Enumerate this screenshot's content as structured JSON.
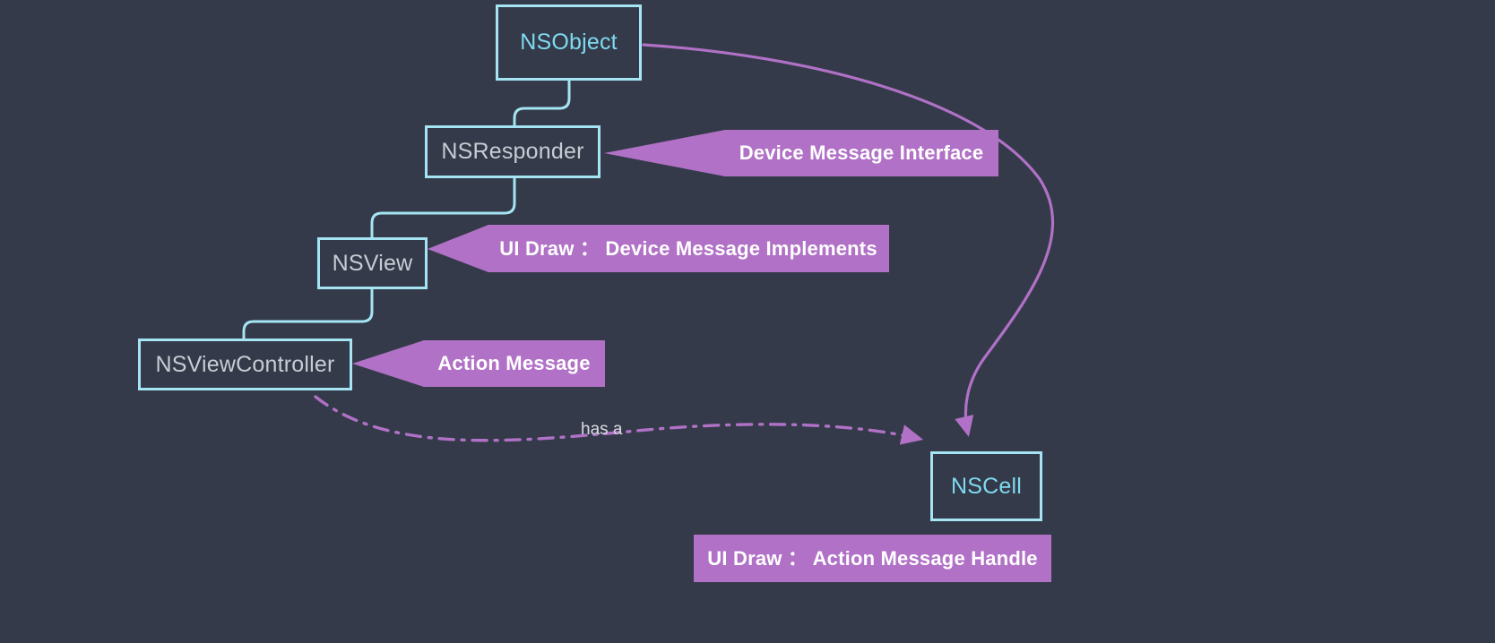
{
  "diagram": {
    "type": "class-hierarchy",
    "background_color": "#343a49",
    "node_border_color": "#a5e4f2",
    "note_fill_color": "#b071c6",
    "note_text_color": "#ffffff",
    "edge_color": "#b071c6",
    "inheritance_edge_color": "#a5e4f2",
    "nodes": [
      {
        "id": "nsobject",
        "label": "NSObject",
        "text_color": "#7fdaf0"
      },
      {
        "id": "nsresponder",
        "label": "NSResponder",
        "text_color": "#c8ccd4"
      },
      {
        "id": "nsview",
        "label": "NSView",
        "text_color": "#c8ccd4"
      },
      {
        "id": "nsviewcontroller",
        "label": "NSViewController",
        "text_color": "#c8ccd4"
      },
      {
        "id": "nscell",
        "label": "NSCell",
        "text_color": "#7fdaf0"
      }
    ],
    "notes": [
      {
        "id": "note-device-message-interface",
        "label": "Device Message Interface",
        "attached_to": "nsresponder"
      },
      {
        "id": "note-ui-draw-device-implements",
        "label": "UI Draw ： Device Message Implements",
        "attached_to": "nsview"
      },
      {
        "id": "note-action-message",
        "label": "Action Message",
        "attached_to": "nsviewcontroller"
      },
      {
        "id": "note-ui-draw-action-handle",
        "label": "UI Draw ： Action Message Handle",
        "attached_to": "nscell"
      }
    ],
    "edges": [
      {
        "id": "edge-nsobject-nsresponder",
        "from": "nsobject",
        "to": "nsresponder",
        "style": "orthogonal",
        "label": ""
      },
      {
        "id": "edge-nsresponder-nsview",
        "from": "nsresponder",
        "to": "nsview",
        "style": "orthogonal",
        "label": ""
      },
      {
        "id": "edge-nsview-nsviewcontroller",
        "from": "nsview",
        "to": "nsviewcontroller",
        "style": "orthogonal",
        "label": ""
      },
      {
        "id": "edge-nsobject-nscell",
        "from": "nsobject",
        "to": "nscell",
        "style": "curved-arrow",
        "label": ""
      },
      {
        "id": "edge-nsviewcontroller-nscell",
        "from": "nsviewcontroller",
        "to": "nscell",
        "style": "dash-dot-arrow",
        "label": "has a"
      }
    ],
    "edge_labels": {
      "has_a": "has a"
    }
  }
}
